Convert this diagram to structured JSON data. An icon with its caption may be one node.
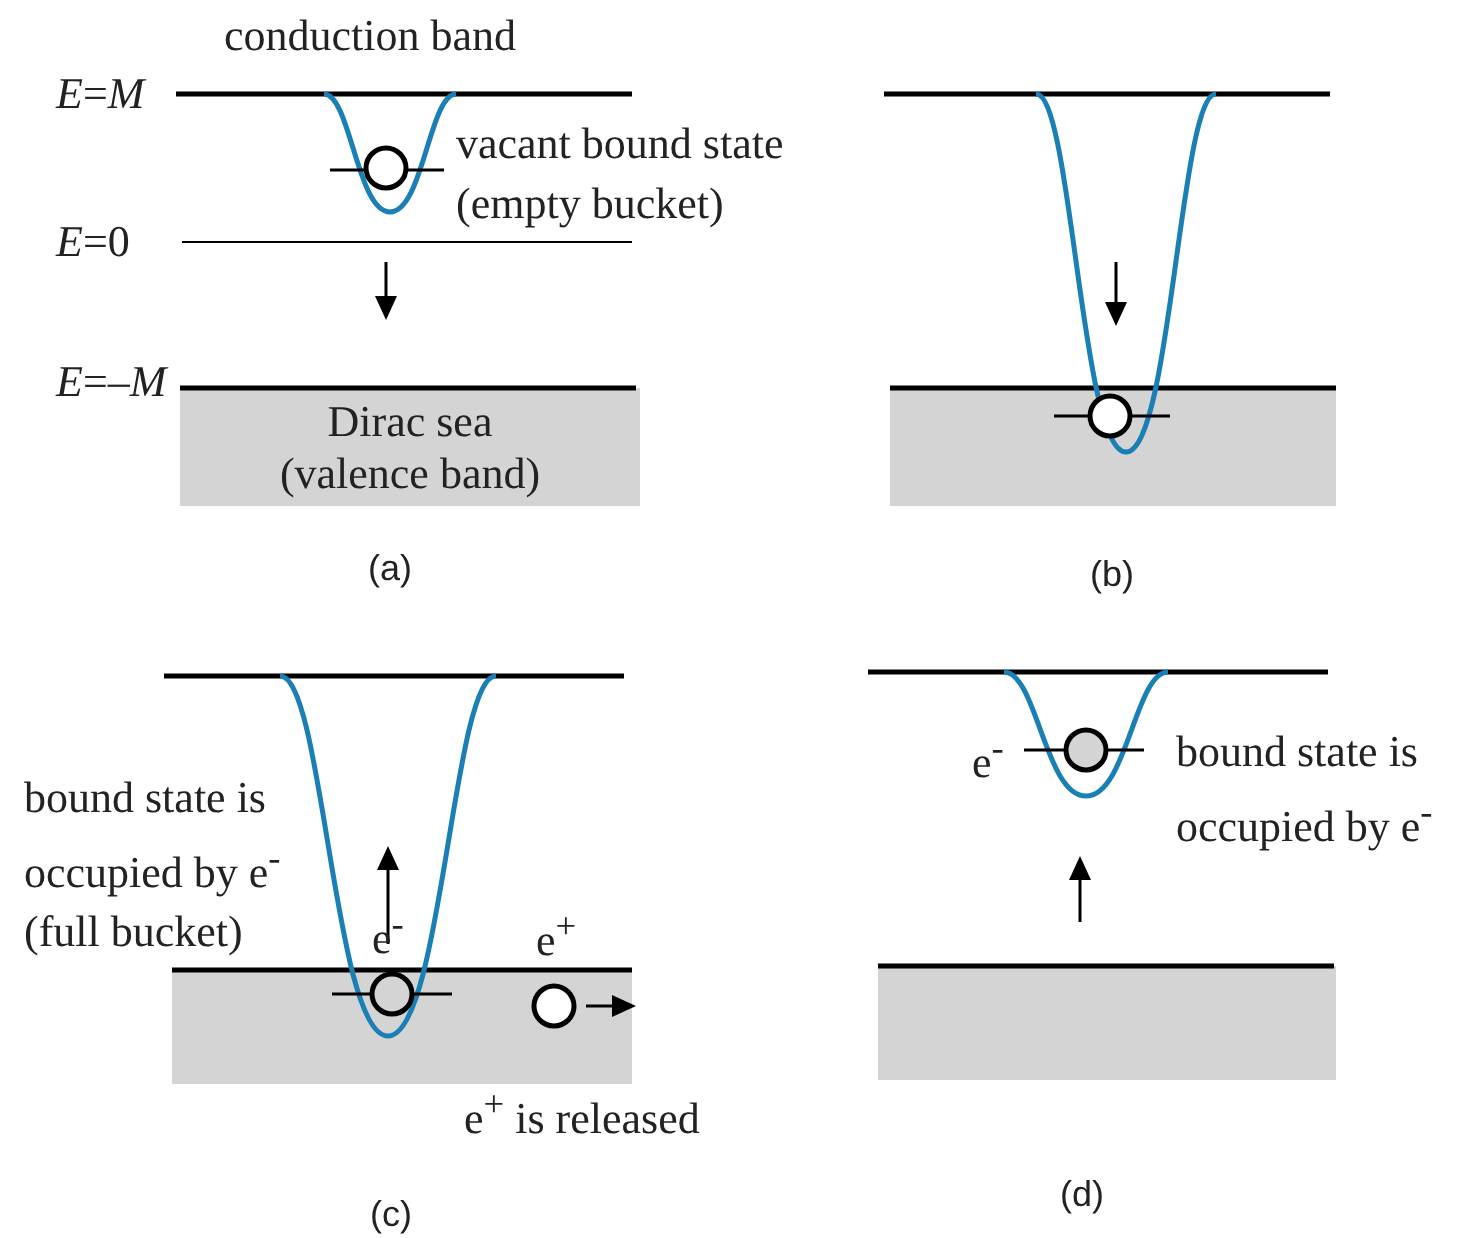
{
  "diagram": {
    "nodes": [
      {
        "text": [
          "Dirac sea (valence band)"
        ]
      },
      {
        "text": [],
        "shape": "box"
      },
      {
        "text": [],
        "shape": "box"
      },
      {
        "text": [],
        "shape": "box"
      }
    ],
    "labels": [
      "conduction band",
      "*E*=*M*",
      "vacant bound state (empty bucket)",
      "*E*=0",
      "*E*=–*M*",
      "(a)",
      "(b)",
      "bound state is occupied by e$^{-}$ (full bucket)",
      "e$^{-}$",
      "e$^{+}$",
      "e$^{+}$ is released",
      "(c)",
      "e$^{-}$",
      "bound state is occupied by e$^{-}$",
      "(d)"
    ]
  }
}
